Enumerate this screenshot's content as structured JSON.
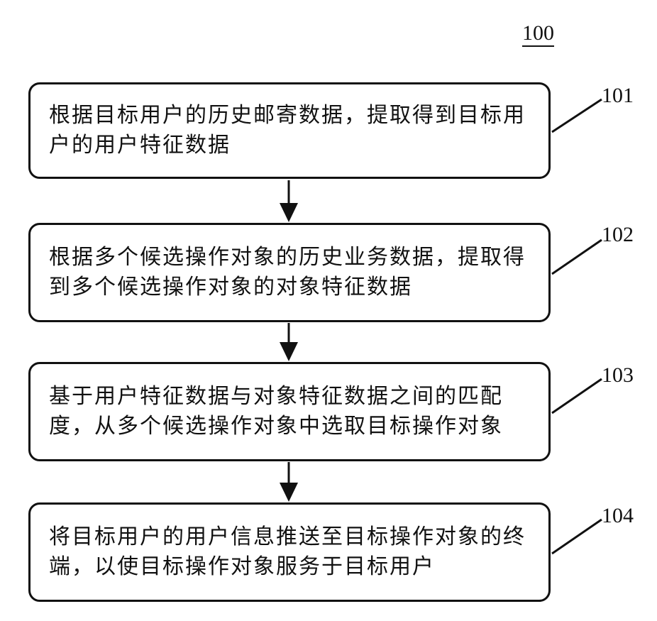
{
  "figure": {
    "number": "100"
  },
  "steps": [
    {
      "ref": "101",
      "text": "根据目标用户的历史邮寄数据，提取得到目标用户的用户特征数据"
    },
    {
      "ref": "102",
      "text": "根据多个候选操作对象的历史业务数据，提取得到多个候选操作对象的对象特征数据"
    },
    {
      "ref": "103",
      "text": "基于用户特征数据与对象特征数据之间的匹配度，从多个候选操作对象中选取目标操作对象"
    },
    {
      "ref": "104",
      "text": "将目标用户的用户信息推送至目标操作对象的终端，以使目标操作对象服务于目标用户"
    }
  ],
  "colors": {
    "stroke": "#111111",
    "background": "#ffffff"
  }
}
